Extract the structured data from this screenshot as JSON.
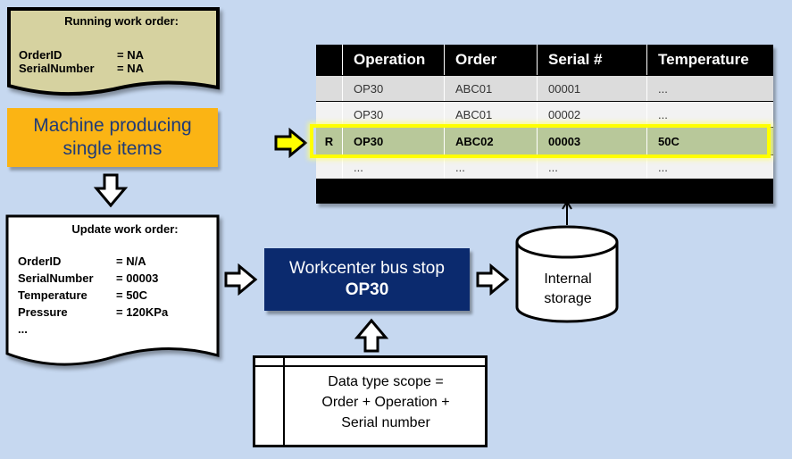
{
  "running_order": {
    "title": "Running work order:",
    "fields": [
      {
        "key": "OrderID",
        "value": "= NA"
      },
      {
        "key": "SerialNumber",
        "value": "= NA"
      }
    ]
  },
  "machine": {
    "line1": "Machine producing",
    "line2": "single items"
  },
  "update_order": {
    "title": "Update work order:",
    "fields": [
      {
        "key": "OrderID",
        "value": "= N/A"
      },
      {
        "key": "SerialNumber",
        "value": "= 00003"
      },
      {
        "key": "Temperature",
        "value": "= 50C"
      },
      {
        "key": "Pressure",
        "value": "= 120KPa"
      },
      {
        "key": "...",
        "value": ""
      }
    ]
  },
  "bus_stop": {
    "line1": "Workcenter bus stop",
    "line2": "OP30"
  },
  "storage": {
    "line1": "Internal",
    "line2": "storage"
  },
  "scope": {
    "line1": "Data type scope =",
    "line2": "Order + Operation +",
    "line3": "Serial number"
  },
  "table": {
    "headers": [
      "",
      "Operation",
      "Order",
      "Serial #",
      "Temperature"
    ],
    "rows": [
      [
        "",
        "OP30",
        "ABC01",
        "00001",
        "..."
      ],
      [
        "",
        "OP30",
        "ABC01",
        "00002",
        "..."
      ],
      [
        "R",
        "OP30",
        "ABC02",
        "00003",
        "50C"
      ],
      [
        "",
        "...",
        "...",
        "...",
        "..."
      ]
    ]
  },
  "colors": {
    "background": "#c6d8f0",
    "machine": "#fbb414",
    "bus_stop": "#0b2a6e",
    "highlight": "#ffff00",
    "doc_beige": "#d6d2a0"
  }
}
